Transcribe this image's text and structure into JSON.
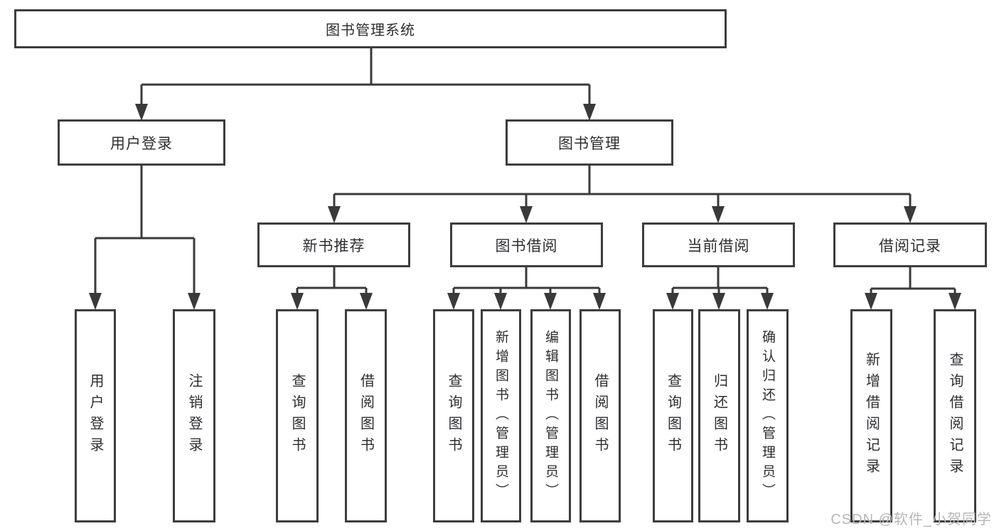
{
  "diagram": {
    "title": "图书管理系统",
    "root": {
      "label": "图书管理系统"
    },
    "level2": [
      {
        "label": "用户登录"
      },
      {
        "label": "图书管理"
      }
    ],
    "level3": [
      {
        "label": "新书推荐"
      },
      {
        "label": "图书借阅"
      },
      {
        "label": "当前借阅"
      },
      {
        "label": "借阅记录"
      }
    ],
    "leaves": [
      {
        "parent": "用户登录",
        "label": "用户登录"
      },
      {
        "parent": "用户登录",
        "label": "注销登录"
      },
      {
        "parent": "新书推荐",
        "label": "查询图书"
      },
      {
        "parent": "新书推荐",
        "label": "借阅图书"
      },
      {
        "parent": "图书借阅",
        "label": "查询图书"
      },
      {
        "parent": "图书借阅",
        "label": "新增图书（管理员）"
      },
      {
        "parent": "图书借阅",
        "label": "编辑图书（管理员）"
      },
      {
        "parent": "图书借阅",
        "label": "借阅图书"
      },
      {
        "parent": "当前借阅",
        "label": "查询图书"
      },
      {
        "parent": "当前借阅",
        "label": "归还图书"
      },
      {
        "parent": "当前借阅",
        "label": "确认归还（管理员）"
      },
      {
        "parent": "借阅记录",
        "label": "新增借阅记录"
      },
      {
        "parent": "借阅记录",
        "label": "查询借阅记录"
      }
    ],
    "watermark": "CSDN @软件_小贺同学",
    "colors": {
      "line": "#3a3a3a",
      "border": "#3d3d3d",
      "text": "#2e2e33",
      "watermark": "#b6b6b6",
      "background": "#ffffff"
    }
  }
}
